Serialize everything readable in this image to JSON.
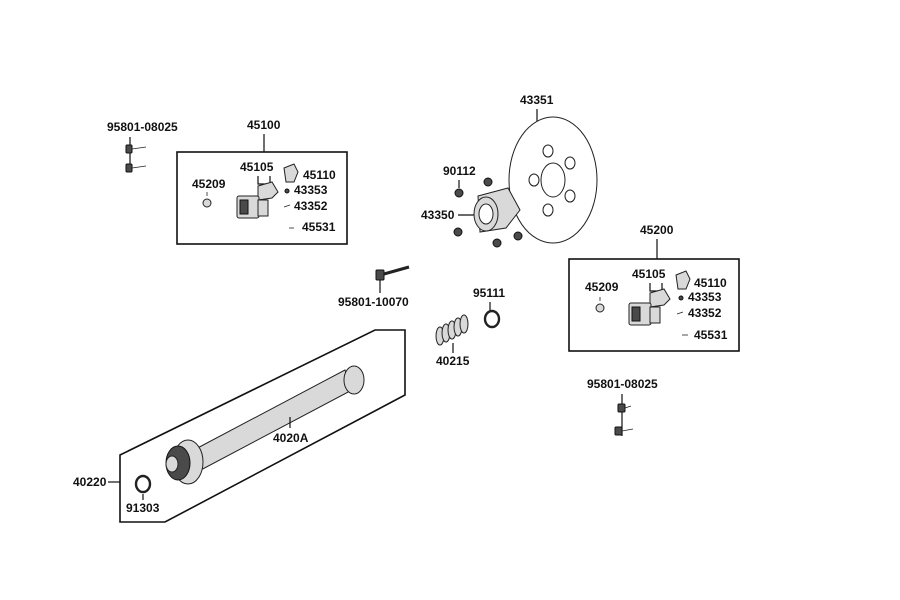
{
  "callouts": {
    "bolt_top_left": "95801-08025",
    "caliper_left_group": "45100",
    "left_45105": "45105",
    "left_45110": "45110",
    "left_45209": "45209",
    "left_43353": "43353",
    "left_43352": "43352",
    "left_45531": "45531",
    "disc": "43351",
    "nut": "90112",
    "hub": "43350",
    "caliper_right_group": "45200",
    "right_45105": "45105",
    "right_45110": "45110",
    "right_45209": "45209",
    "right_43353": "43353",
    "right_43352": "43352",
    "right_45531": "45531",
    "long_bolt": "95801-10070",
    "clip": "95111",
    "spring": "40215",
    "bolt_bottom_right": "95801-08025",
    "axle": "4020A",
    "axle_assembly": "40220",
    "ring": "91303"
  },
  "colors": {
    "line": "#111111",
    "fill": "#d9d9d9",
    "dark": "#4a4a4a"
  },
  "icons": [
    "bolt-icon",
    "caliper-icon",
    "disc-icon",
    "hub-icon",
    "spring-icon",
    "axle-icon"
  ]
}
